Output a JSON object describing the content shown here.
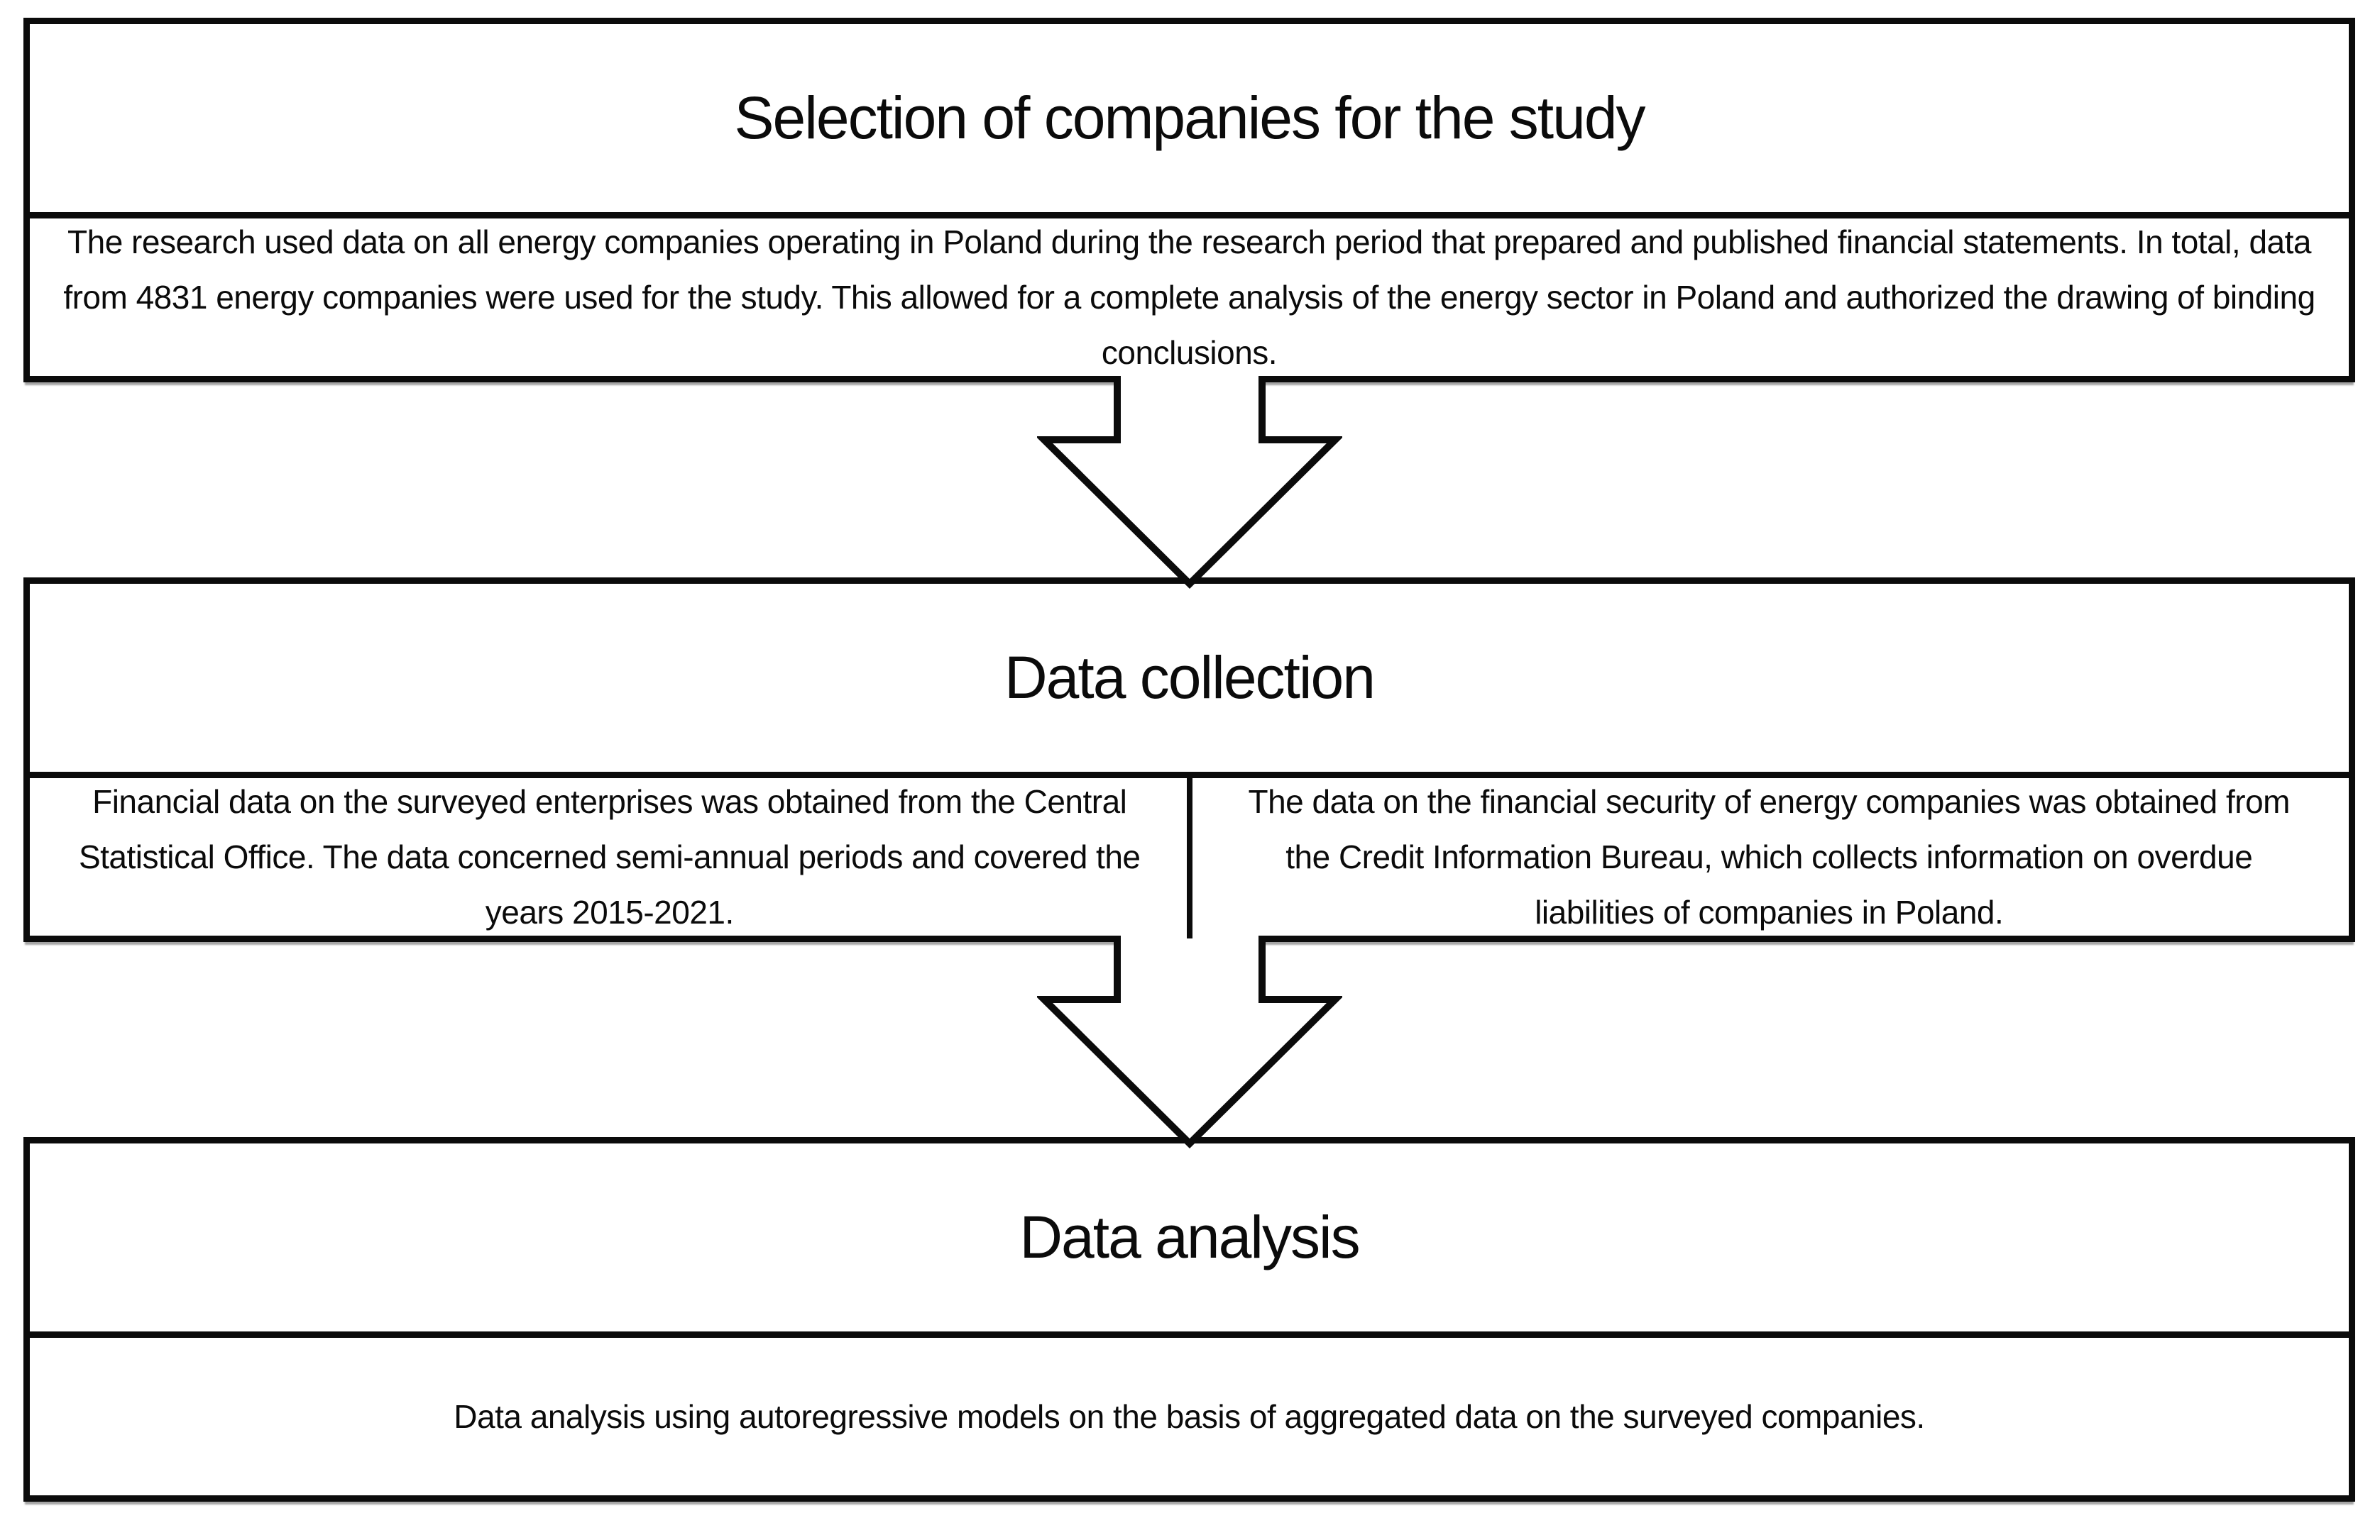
{
  "diagram": {
    "kind": "research-methodology-flowchart",
    "colors": {
      "border": "#0b0b0b",
      "background": "#ffffff",
      "text": "#0b0b0b"
    },
    "icons": {
      "connector": "down-arrow"
    },
    "steps": [
      {
        "title": "Selection of companies for the study",
        "descriptions": [
          "The research used data on all energy companies operating in Poland during the research period that prepared and published financial statements. In total, data from 4831 energy companies were used for the study. This allowed for a complete analysis of the energy sector in Poland and authorized the drawing of binding conclusions."
        ]
      },
      {
        "title": "Data collection",
        "descriptions": [
          "Financial data on the surveyed enterprises was obtained from the Central Statistical Office. The data concerned semi-annual periods and covered the years 2015-2021.",
          "The data on the financial security of energy companies was obtained from the Credit Information Bureau, which collects information on overdue liabilities of companies in Poland."
        ]
      },
      {
        "title": "Data analysis",
        "descriptions": [
          "Data analysis using autoregressive models on the basis of aggregated data on the surveyed companies."
        ]
      }
    ]
  }
}
